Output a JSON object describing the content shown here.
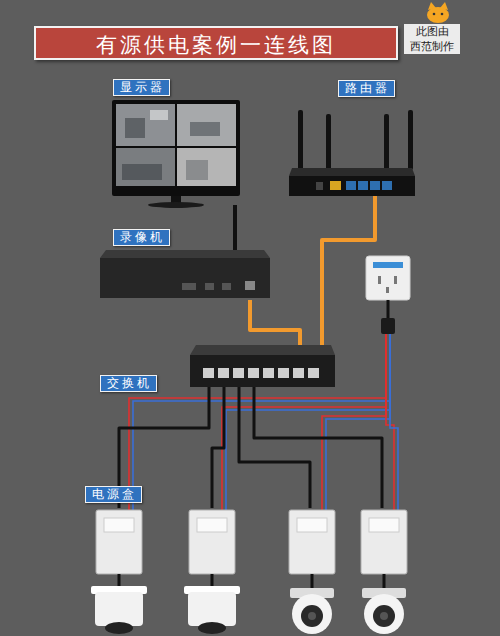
{
  "diagram": {
    "title": "有源供电案例一连线图",
    "nodes": [
      {
        "text": [
          "显示器"
        ]
      },
      {
        "text": [
          "路由器"
        ]
      },
      {
        "text": [
          "录像机"
        ]
      },
      {
        "text": [
          "交换机"
        ]
      },
      {
        "text": [
          "电源盒"
        ]
      }
    ],
    "edges": [
      {
        "from": 0,
        "to": 2,
        "arrow": "none"
      },
      {
        "from": 2,
        "to": 3,
        "arrow": "none"
      },
      {
        "from": 1,
        "to": 3,
        "arrow": "none"
      },
      {
        "from": 3,
        "to": 4,
        "arrow": "none"
      }
    ],
    "labels": [
      "此图由 西范制作"
    ]
  }
}
